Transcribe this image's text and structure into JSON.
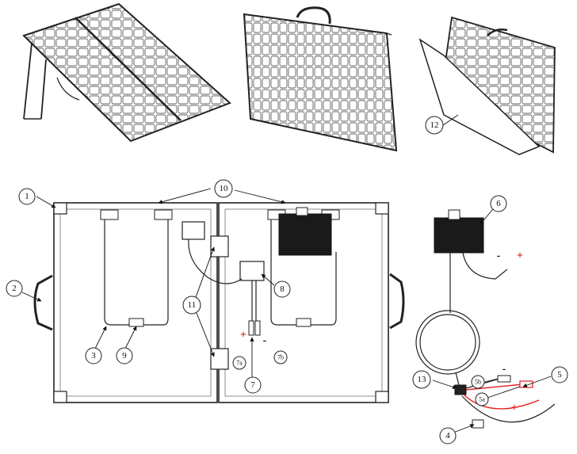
{
  "callouts": {
    "c1": "1",
    "c2": "2",
    "c3": "3",
    "c4": "4",
    "c5": "5",
    "c6": "6",
    "c7": "7",
    "c8": "8",
    "c9": "9",
    "c10": "10",
    "c11": "11",
    "c12": "12",
    "c13": "13",
    "c7a": "7a",
    "c7b": "7b",
    "c5a": "5a",
    "c5b": "5b"
  },
  "signs": {
    "plus": "+",
    "minus": "-"
  },
  "colors": {
    "line": "#222222",
    "red_wire": "#e02020",
    "panel_dark": "#1a1a1a"
  }
}
